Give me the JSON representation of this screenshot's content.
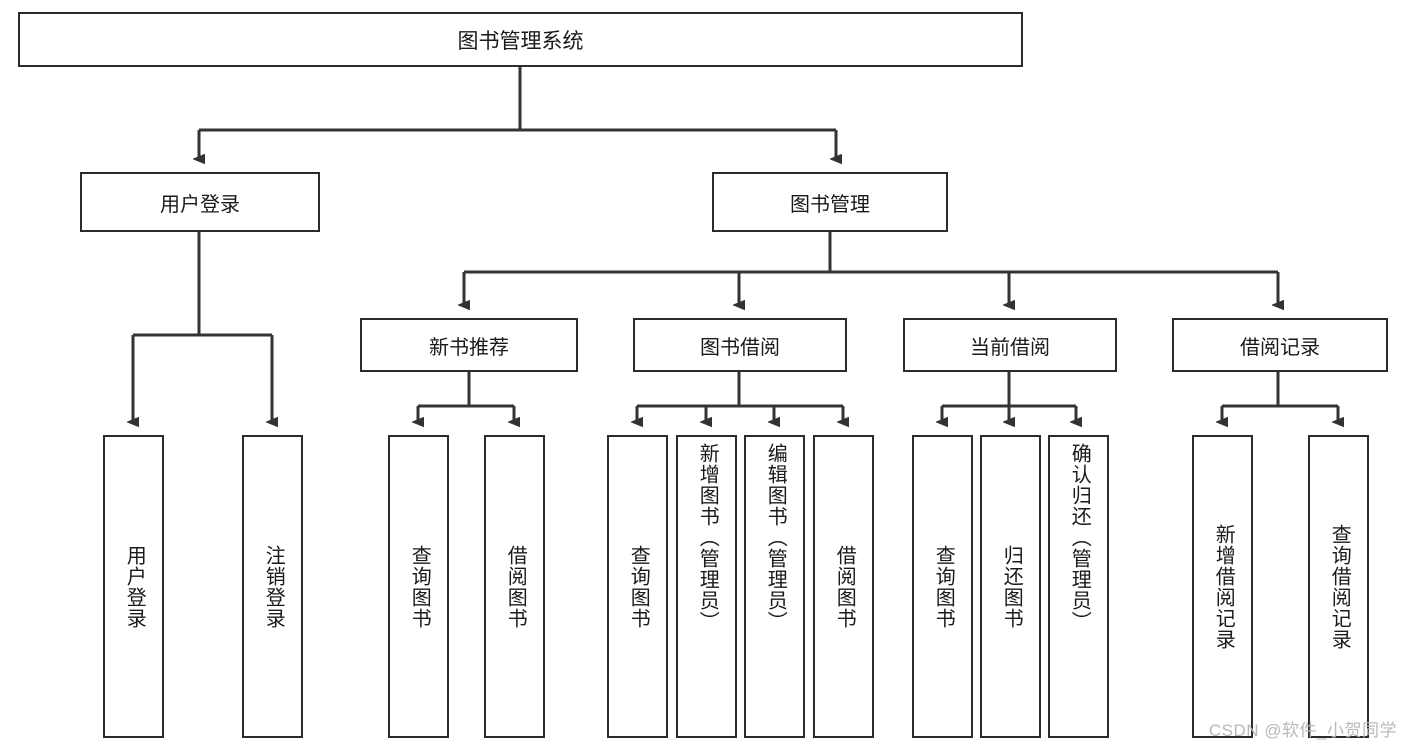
{
  "diagram": {
    "title": "图书管理系统",
    "type": "tree-hierarchy",
    "watermark": "CSDN @软件_小贺同学",
    "colors": {
      "box_border": "#2b2b2b",
      "box_fill": "#ffffff",
      "connector": "#333333",
      "text": "#1a1a1a",
      "watermark": "#b9b9b9"
    },
    "root": {
      "label": "图书管理系统"
    },
    "level2": [
      {
        "label": "用户登录"
      },
      {
        "label": "图书管理"
      }
    ],
    "user_login_children": [
      {
        "label": "用户登录"
      },
      {
        "label": "注销登录"
      }
    ],
    "level3": [
      {
        "label": "新书推荐"
      },
      {
        "label": "图书借阅"
      },
      {
        "label": "当前借阅"
      },
      {
        "label": "借阅记录"
      }
    ],
    "new_book_children": [
      {
        "label": "查询图书"
      },
      {
        "label": "借阅图书"
      }
    ],
    "borrow_children": [
      {
        "label": "查询图书"
      },
      {
        "label": "新增图书（管理员）"
      },
      {
        "label": "编辑图书（管理员）"
      },
      {
        "label": "借阅图书"
      }
    ],
    "current_borrow_children": [
      {
        "label": "查询图书"
      },
      {
        "label": "归还图书"
      },
      {
        "label": "确认归还（管理员）"
      }
    ],
    "record_children": [
      {
        "label": "新增借阅记录"
      },
      {
        "label": "查询借阅记录"
      }
    ]
  }
}
